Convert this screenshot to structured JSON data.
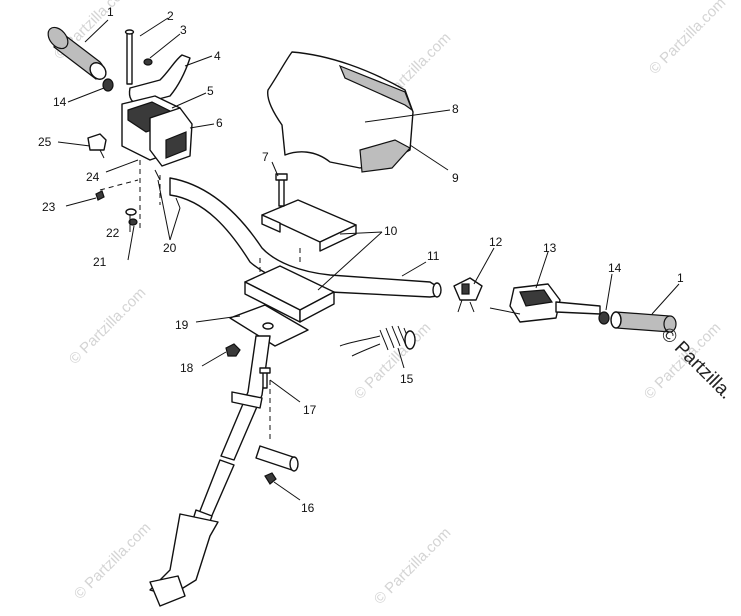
{
  "watermark": "© Partzilla.com",
  "brand": "© Partzilla.",
  "callouts": [
    {
      "id": "c1a",
      "text": "1"
    },
    {
      "id": "c2",
      "text": "2"
    },
    {
      "id": "c3",
      "text": "3"
    },
    {
      "id": "c4",
      "text": "4"
    },
    {
      "id": "c5",
      "text": "5"
    },
    {
      "id": "c6",
      "text": "6"
    },
    {
      "id": "c7",
      "text": "7"
    },
    {
      "id": "c8",
      "text": "8"
    },
    {
      "id": "c9",
      "text": "9"
    },
    {
      "id": "c10",
      "text": "10"
    },
    {
      "id": "c11",
      "text": "11"
    },
    {
      "id": "c12",
      "text": "12"
    },
    {
      "id": "c13",
      "text": "13"
    },
    {
      "id": "c14a",
      "text": "14"
    },
    {
      "id": "c14b",
      "text": "14"
    },
    {
      "id": "c1b",
      "text": "1"
    },
    {
      "id": "c15",
      "text": "15"
    },
    {
      "id": "c16",
      "text": "16"
    },
    {
      "id": "c17",
      "text": "17"
    },
    {
      "id": "c18",
      "text": "18"
    },
    {
      "id": "c19",
      "text": "19"
    },
    {
      "id": "c20",
      "text": "20"
    },
    {
      "id": "c21",
      "text": "21"
    },
    {
      "id": "c22",
      "text": "22"
    },
    {
      "id": "c23",
      "text": "23"
    },
    {
      "id": "c24",
      "text": "24"
    },
    {
      "id": "c25",
      "text": "25"
    }
  ]
}
